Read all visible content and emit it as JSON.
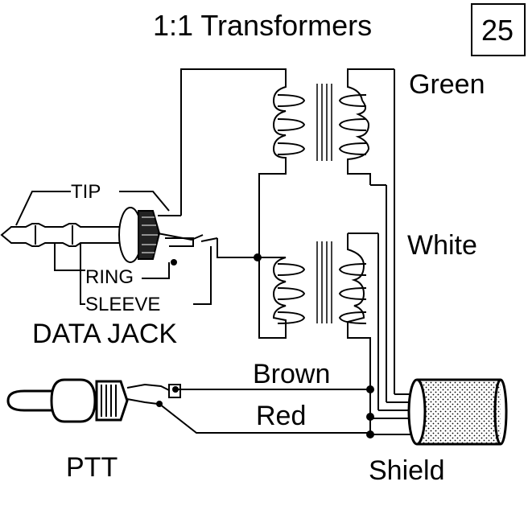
{
  "title": "1:1 Transformers",
  "page_number": "25",
  "labels": {
    "green": "Green",
    "white": "White",
    "brown": "Brown",
    "red": "Red",
    "shield": "Shield",
    "tip": "TIP",
    "ring": "RING",
    "sleeve": "SLEEVE",
    "data_jack": "DATA JACK",
    "ptt": "PTT"
  }
}
